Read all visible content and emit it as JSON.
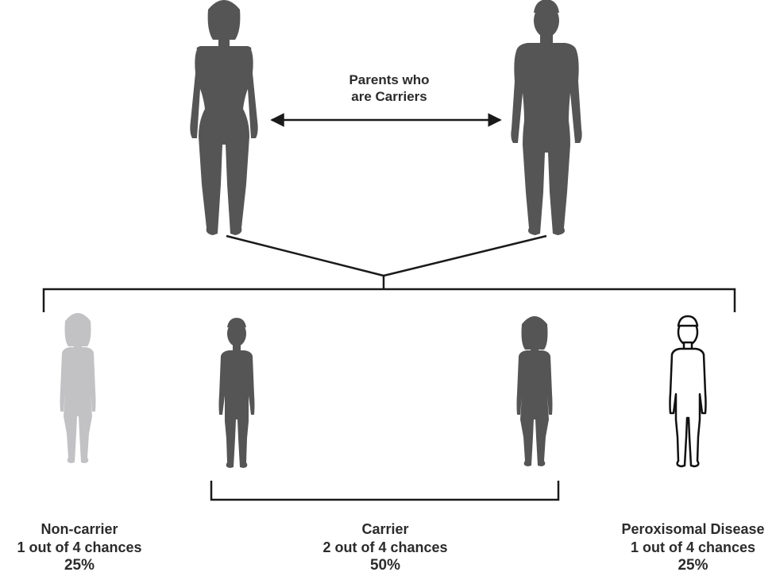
{
  "parents": {
    "label_line1": "Parents who",
    "label_line2": "are Carriers"
  },
  "outcomes": [
    {
      "label": "Non-carrier",
      "chances": "1 out of 4 chances",
      "percent": "25%"
    },
    {
      "label": "Carrier",
      "chances": "2 out of 4 chances",
      "percent": "50%"
    },
    {
      "label": "Peroxisomal Disease",
      "chances": "1 out of 4 chances",
      "percent": "25%"
    }
  ],
  "colors": {
    "carrier_figure": "#555555",
    "noncarrier_figure": "#c2c2c4",
    "disease_figure_outline": "#111111",
    "lines": "#1a1a1a"
  }
}
